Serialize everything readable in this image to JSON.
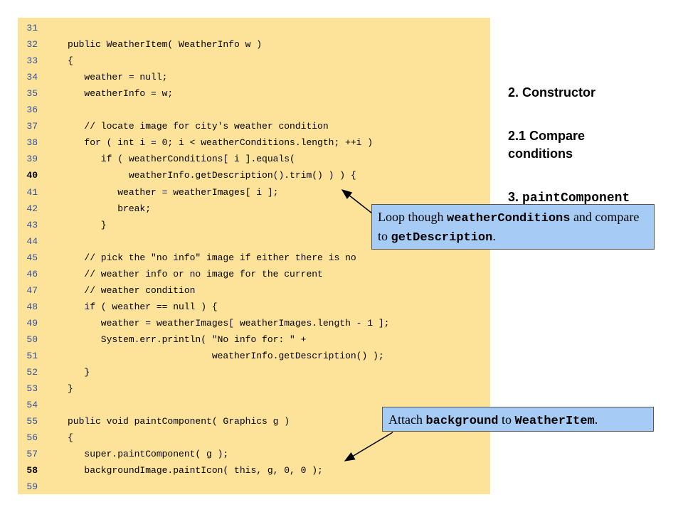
{
  "code": {
    "lines": [
      {
        "num": "31",
        "text": ""
      },
      {
        "num": "32",
        "text": "public WeatherItem( WeatherInfo w )"
      },
      {
        "num": "33",
        "text": "{"
      },
      {
        "num": "34",
        "text": "   weather = null;"
      },
      {
        "num": "35",
        "text": "   weatherInfo = w;"
      },
      {
        "num": "36",
        "text": ""
      },
      {
        "num": "37",
        "text": "   // locate image for city's weather condition"
      },
      {
        "num": "38",
        "text": "   for ( int i = 0; i < weatherConditions.length; ++i )"
      },
      {
        "num": "39",
        "text": "      if ( weatherConditions[ i ].equals("
      },
      {
        "num": "40",
        "text": "           weatherInfo.getDescription().trim() ) ) {",
        "bold": true
      },
      {
        "num": "41",
        "text": "         weather = weatherImages[ i ];"
      },
      {
        "num": "42",
        "text": "         break;"
      },
      {
        "num": "43",
        "text": "      }"
      },
      {
        "num": "44",
        "text": ""
      },
      {
        "num": "45",
        "text": "   // pick the \"no info\" image if either there is no"
      },
      {
        "num": "46",
        "text": "   // weather info or no image for the current"
      },
      {
        "num": "47",
        "text": "   // weather condition"
      },
      {
        "num": "48",
        "text": "   if ( weather == null ) {"
      },
      {
        "num": "49",
        "text": "      weather = weatherImages[ weatherImages.length - 1 ];"
      },
      {
        "num": "50",
        "text": "      System.err.println( \"No info for: \" +"
      },
      {
        "num": "51",
        "text": "                          weatherInfo.getDescription() );"
      },
      {
        "num": "52",
        "text": "   }"
      },
      {
        "num": "53",
        "text": "}"
      },
      {
        "num": "54",
        "text": ""
      },
      {
        "num": "55",
        "text": "public void paintComponent( Graphics g )"
      },
      {
        "num": "56",
        "text": "{"
      },
      {
        "num": "57",
        "text": "   super.paintComponent( g );"
      },
      {
        "num": "58",
        "text": "   backgroundImage.paintIcon( this, g, 0, 0 );",
        "bold": true
      },
      {
        "num": "59",
        "text": ""
      }
    ]
  },
  "outline": {
    "item1": "2. Constructor",
    "item2_line1": "2.1 Compare",
    "item2_line2": "conditions",
    "item3_prefix": "3. ",
    "item3_code": "paintComponent"
  },
  "callouts": {
    "loop": {
      "t1": "Loop though ",
      "c1": "weatherConditions",
      "t2": " and compare to ",
      "c2": "getDescription",
      "t3": "."
    },
    "attach": {
      "t1": "Attach ",
      "c1": "background",
      "t2": " to ",
      "c2": "WeatherItem",
      "t3": "."
    }
  },
  "colors": {
    "code_background": "#fde39a",
    "line_number": "#2f4fa0",
    "callout_background": "#a6ccf5"
  }
}
